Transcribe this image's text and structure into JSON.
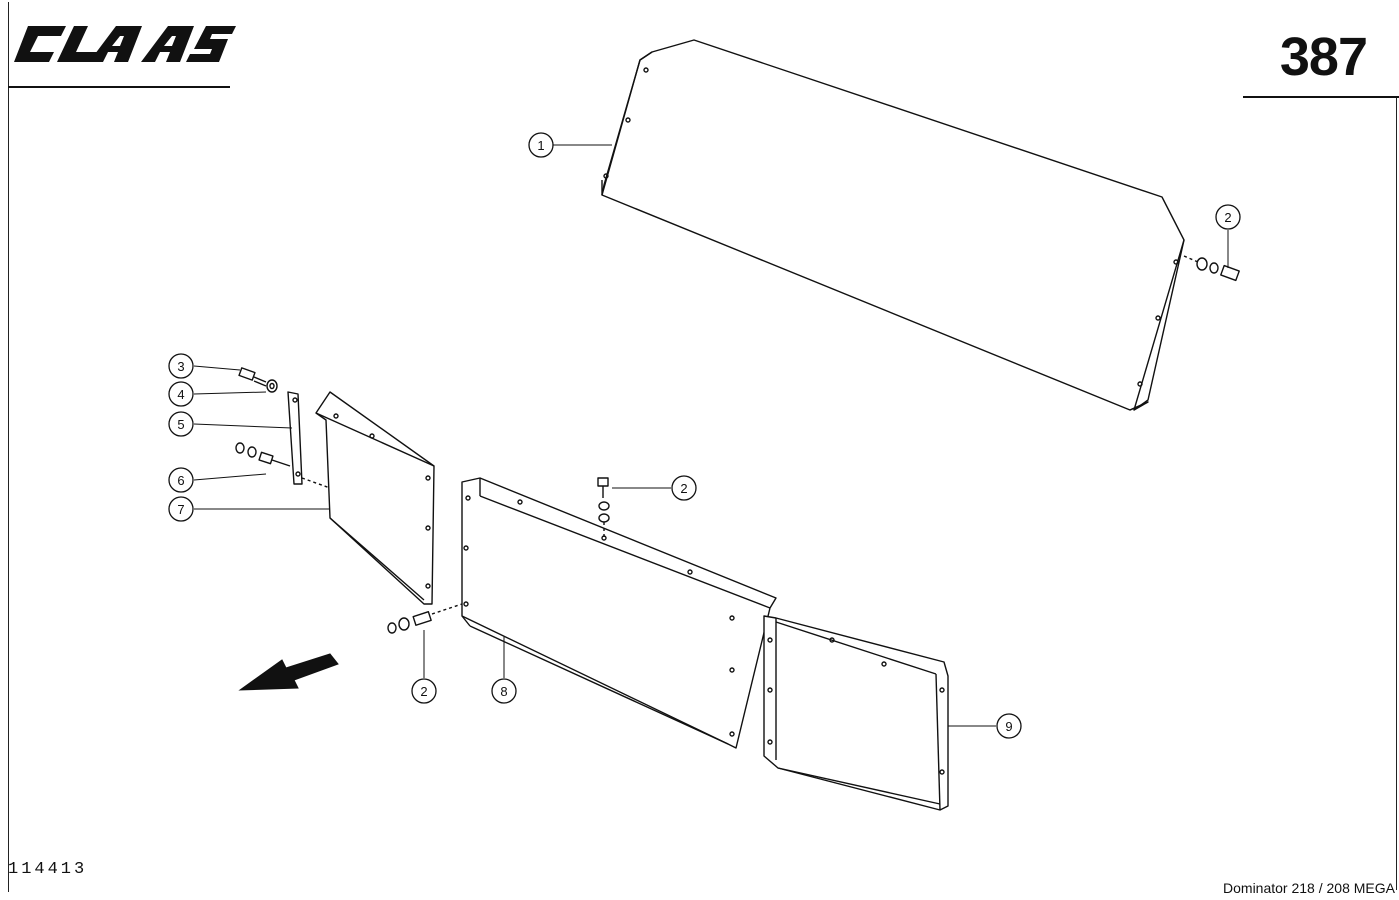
{
  "header": {
    "brand": "CLAAS",
    "page_number": "387"
  },
  "footer": {
    "drawing_number": "114413",
    "model": "Dominator 218 / 208 MEGA"
  },
  "callouts": [
    {
      "id": "c1",
      "label": "1"
    },
    {
      "id": "c2a",
      "label": "2"
    },
    {
      "id": "c3",
      "label": "3"
    },
    {
      "id": "c4",
      "label": "4"
    },
    {
      "id": "c5",
      "label": "5"
    },
    {
      "id": "c6",
      "label": "6"
    },
    {
      "id": "c7",
      "label": "7"
    },
    {
      "id": "c2b",
      "label": "2"
    },
    {
      "id": "c2c",
      "label": "2"
    },
    {
      "id": "c8",
      "label": "8"
    },
    {
      "id": "c9",
      "label": "9"
    }
  ],
  "colors": {
    "ink": "#111111",
    "paper": "#ffffff"
  },
  "icons": {
    "direction": "direction-arrow-icon"
  }
}
